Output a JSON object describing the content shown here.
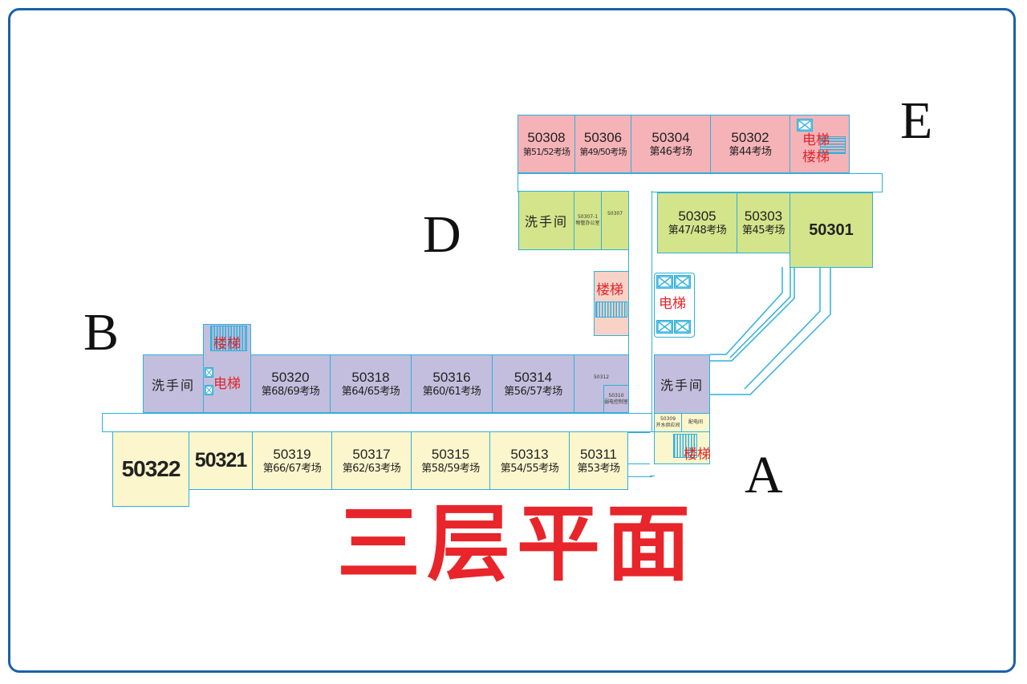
{
  "title": "三层平面",
  "wings": {
    "A": "A",
    "B": "B",
    "D": "D",
    "E": "E"
  },
  "facilities": {
    "washroom": "洗手间",
    "elevator": "电梯",
    "stairs": "楼梯",
    "elevator_stairs": [
      "电梯",
      "楼梯"
    ]
  },
  "rooms": {
    "r50308": {
      "num": "50308",
      "exam": "第51/52考场"
    },
    "r50306": {
      "num": "50306",
      "exam": "第49/50考场"
    },
    "r50304": {
      "num": "50304",
      "exam": "第46考场"
    },
    "r50302": {
      "num": "50302",
      "exam": "第44考场"
    },
    "r50307_1": {
      "num": "50307-1",
      "exam": "物管办公室"
    },
    "r50307": {
      "num": "50307"
    },
    "r50305": {
      "num": "50305",
      "exam": "第47/48考场"
    },
    "r50303": {
      "num": "50303",
      "exam": "第45考场"
    },
    "r50301": {
      "num": "50301"
    },
    "r50320": {
      "num": "50320",
      "exam": "第68/69考场"
    },
    "r50318": {
      "num": "50318",
      "exam": "第64/65考场"
    },
    "r50316": {
      "num": "50316",
      "exam": "第60/61考场"
    },
    "r50314": {
      "num": "50314",
      "exam": "第56/57考场"
    },
    "r50312": {
      "num": "50312"
    },
    "r50310": {
      "num": "50310",
      "exam": "弱电控制室"
    },
    "r50309": {
      "num": "50309",
      "exam": "开水供应间"
    },
    "power": {
      "label": "配电间"
    },
    "r50322": {
      "num": "50322"
    },
    "r50321": {
      "num": "50321"
    },
    "r50319": {
      "num": "50319",
      "exam": "第66/67考场"
    },
    "r50317": {
      "num": "50317",
      "exam": "第62/63考场"
    },
    "r50315": {
      "num": "50315",
      "exam": "第58/59考场"
    },
    "r50313": {
      "num": "50313",
      "exam": "第54/55考场"
    },
    "r50311": {
      "num": "50311",
      "exam": "第53考场"
    }
  },
  "colors": {
    "wing_e": "#f5b3b8",
    "wing_d": "#d3e48a",
    "wing_b": "#c3bedd",
    "wing_a": "#fcf6cc",
    "outline": "#2fb0dc",
    "frame": "#1b61a8",
    "label_red": "#e8252a"
  }
}
